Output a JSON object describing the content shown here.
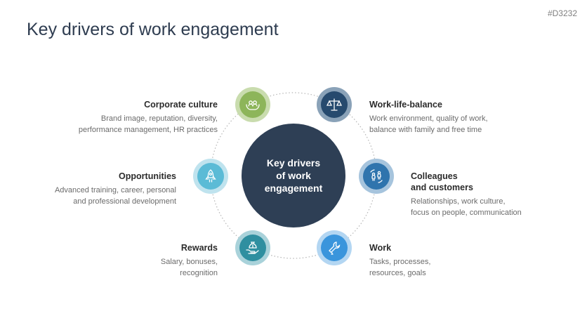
{
  "slide_id": "#D3232",
  "title": "Key drivers of work engagement",
  "center": {
    "text": "Key drivers\nof work\nengagement"
  },
  "drivers": [
    {
      "title": "Corporate culture",
      "desc": "Brand image, reputation, diversity,\nperformance management, HR practices",
      "icon": "people-hands-icon",
      "color": "#8db55a",
      "ring": "#c9dcae"
    },
    {
      "title": "Work-life-balance",
      "desc": "Work environment, quality of work,\nbalance with family and free time",
      "icon": "scale-icon",
      "color": "#264a6e",
      "ring": "#8aa2b8"
    },
    {
      "title": "Opportunities",
      "desc": "Advanced training, career, personal\nand professional development",
      "icon": "rocket-icon",
      "color": "#5bbbd6",
      "ring": "#bfe3ee"
    },
    {
      "title": "Colleagues\nand customers",
      "desc": "Relationships, work culture,\nfocus on people, communication",
      "icon": "people-exchange-icon",
      "color": "#2f74ad",
      "ring": "#a6c4dd"
    },
    {
      "title": "Rewards",
      "desc": "Salary, bonuses,\nrecognition",
      "icon": "money-hand-icon",
      "color": "#2f8fa0",
      "ring": "#a9d2da"
    },
    {
      "title": "Work",
      "desc": "Tasks, processes,\nresources, goals",
      "icon": "wrench-icon",
      "color": "#3a95dc",
      "ring": "#b3d6f2"
    }
  ]
}
